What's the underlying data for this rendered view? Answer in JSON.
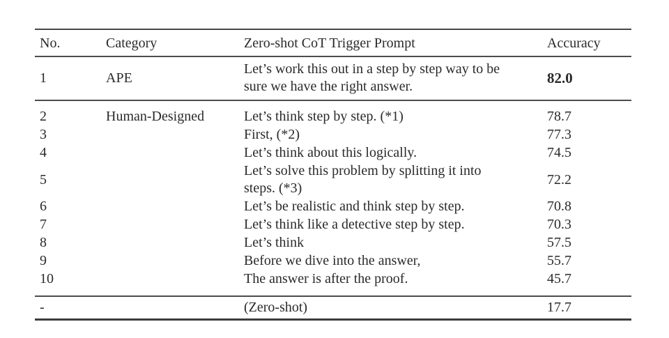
{
  "table": {
    "columns": {
      "no": "No.",
      "category": "Category",
      "prompt": "Zero-shot CoT Trigger Prompt",
      "accuracy": "Accuracy"
    },
    "sections": [
      {
        "name": "ape",
        "rows": [
          {
            "no": "1",
            "category": "APE",
            "prompt": "Let’s work this out in a step by step way to be sure we have the right answer.",
            "accuracy": "82.0",
            "accuracy_bold": true
          }
        ]
      },
      {
        "name": "human-designed",
        "rows": [
          {
            "no": "2",
            "category": "Human-Designed",
            "prompt": "Let’s think step by step. (*1)",
            "accuracy": "78.7"
          },
          {
            "no": "3",
            "category": "",
            "prompt": "First, (*2)",
            "accuracy": "77.3"
          },
          {
            "no": "4",
            "category": "",
            "prompt": "Let’s think about this logically.",
            "accuracy": "74.5"
          },
          {
            "no": "5",
            "category": "",
            "prompt": "Let’s solve this problem by splitting it into steps. (*3)",
            "accuracy": "72.2"
          },
          {
            "no": "6",
            "category": "",
            "prompt": "Let’s be realistic and think step by step.",
            "accuracy": "70.8"
          },
          {
            "no": "7",
            "category": "",
            "prompt": "Let’s think like a detective step by step.",
            "accuracy": "70.3"
          },
          {
            "no": "8",
            "category": "",
            "prompt": "Let’s think",
            "accuracy": "57.5"
          },
          {
            "no": "9",
            "category": "",
            "prompt": "Before we dive into the answer,",
            "accuracy": "55.7"
          },
          {
            "no": "10",
            "category": "",
            "prompt": "The answer is after the proof.",
            "accuracy": "45.7"
          }
        ]
      },
      {
        "name": "zero-shot-baseline",
        "rows": [
          {
            "no": "-",
            "category": "",
            "prompt": "(Zero-shot)",
            "accuracy": "17.7"
          }
        ]
      }
    ]
  }
}
